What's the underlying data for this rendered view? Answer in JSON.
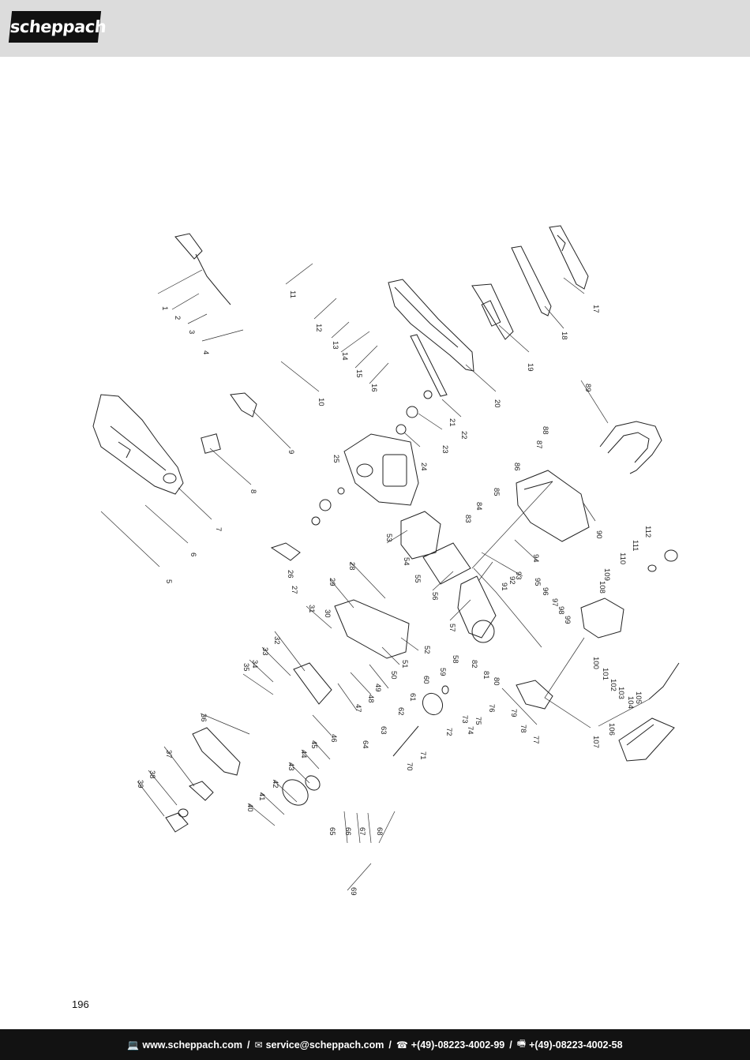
{
  "header": {
    "brand": "scheppach"
  },
  "page_number": "196",
  "footer": {
    "website_icon": "computer-icon",
    "website": "www.scheppach.com",
    "email_icon": "envelope-icon",
    "email": "service@scheppach.com",
    "phone_icon": "phone-icon",
    "phone": "+(49)-08223-4002-99",
    "fax_icon": "fax-icon",
    "fax": "+(49)-08223-4002-58",
    "separator": "/"
  },
  "diagram": {
    "part_numbers": [
      "1",
      "2",
      "3",
      "4",
      "5",
      "6",
      "7",
      "8",
      "9",
      "10",
      "11",
      "12",
      "13",
      "14",
      "15",
      "16",
      "17",
      "18",
      "19",
      "20",
      "21",
      "22",
      "23",
      "24",
      "25",
      "26",
      "27",
      "28",
      "29",
      "30",
      "31",
      "32",
      "33",
      "34",
      "35",
      "36",
      "37",
      "38",
      "39",
      "40",
      "41",
      "42",
      "43",
      "44",
      "45",
      "46",
      "47",
      "48",
      "49",
      "50",
      "51",
      "52",
      "53",
      "54",
      "55",
      "56",
      "57",
      "58",
      "59",
      "60",
      "61",
      "62",
      "63",
      "64",
      "65",
      "66",
      "67",
      "68",
      "69",
      "70",
      "71",
      "72",
      "73",
      "74",
      "75",
      "76",
      "77",
      "78",
      "79",
      "80",
      "81",
      "82",
      "83",
      "84",
      "85",
      "86",
      "87",
      "88",
      "89",
      "90",
      "91",
      "92",
      "93",
      "94",
      "95",
      "96",
      "97",
      "98",
      "99",
      "100",
      "101",
      "102",
      "103",
      "104",
      "105",
      "106",
      "107",
      "108",
      "109",
      "110",
      "111",
      "112"
    ]
  }
}
